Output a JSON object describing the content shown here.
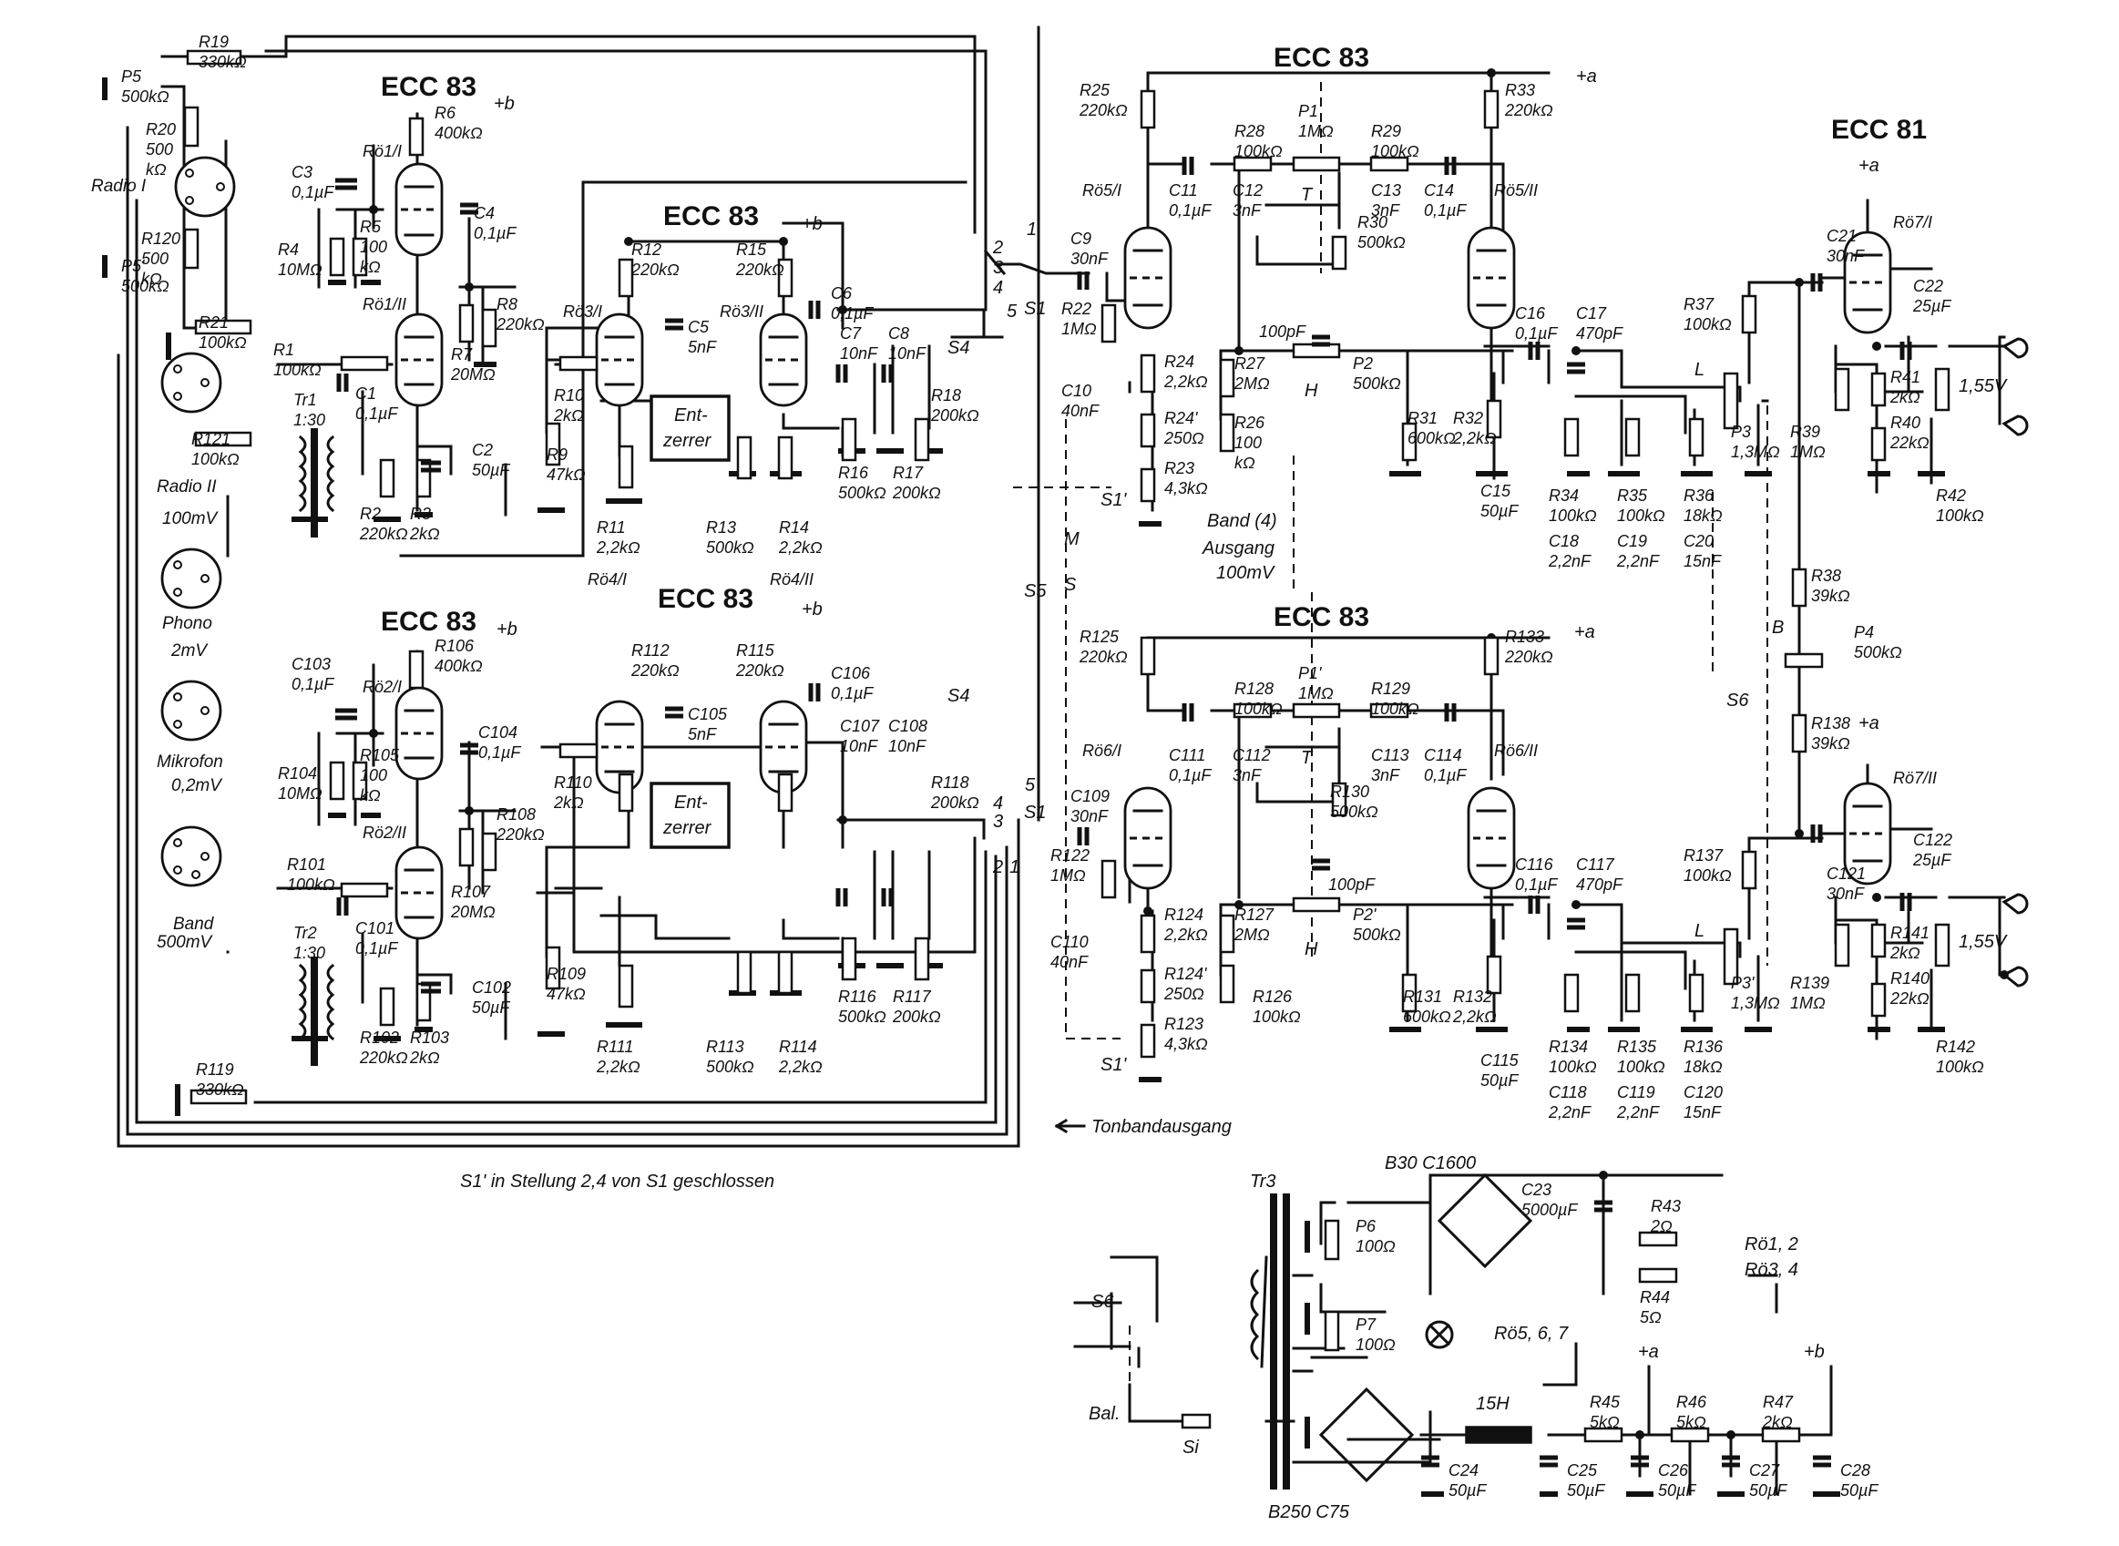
{
  "tube_titles": {
    "t1": "ECC 83",
    "t2": "ECC 83",
    "t3": "ECC 83",
    "t4": "ECC 83",
    "t5": "ECC 83",
    "t6": "ECC 83",
    "t7": "ECC 81"
  },
  "tube_labels": {
    "ro1_1": "Rö1/I",
    "ro1_2": "Rö1/II",
    "ro2_1": "Rö2/I",
    "ro2_2": "Rö2/II",
    "ro3_1": "Rö3/I",
    "ro3_2": "Rö3/II",
    "ro4_1": "Rö4/I",
    "ro4_2": "Rö4/II",
    "ro5_1": "Rö5/I",
    "ro5_2": "Rö5/II",
    "ro6_1": "Rö6/I",
    "ro6_2": "Rö6/II",
    "ro7_1": "Rö7/I",
    "ro7_2": "Rö7/II"
  },
  "inputs": {
    "radio1": "Radio I",
    "radio2": "Radio II",
    "radio2_level": "100mV",
    "phono": "Phono",
    "phono_level": "2mV",
    "mikrofon": "Mikrofon",
    "mikrofon_level": "0,2mV",
    "band": "Band",
    "band_level": "500mV"
  },
  "supply": {
    "plus_b": "+b",
    "plus_a": "+a",
    "rectifier1": "B30 C1600",
    "rectifier2": "B250 C75",
    "tr3": "Tr3",
    "choke": "15H",
    "fuse": "Si",
    "bal": "Bal.",
    "ro12": "Rö1, 2",
    "ro34": "Rö3, 4",
    "ro567": "Rö5, 6, 7"
  },
  "notes": {
    "s1_note": "S1' in Stellung 2,4 von S1 geschlossen",
    "tonband": "Tonbandausgang",
    "band_out_1": "Band (4)",
    "band_out_2": "Ausgang",
    "band_out_3": "100mV",
    "out1": "1,55V",
    "out2": "1,55V"
  },
  "equalizer": {
    "line1": "Ent-",
    "line2": "zerrer"
  },
  "marks": {
    "T": "T",
    "H": "H",
    "L": "L",
    "B": "B",
    "M": "M",
    "S": "S",
    "S1": "S1",
    "S1p": "S1'",
    "S4": "S4",
    "S5": "S5",
    "S6": "S6",
    "n1": "1",
    "n2": "2",
    "n3": "3",
    "n4": "4",
    "n5": "5"
  },
  "labels": {
    "R1": [
      "R1",
      "100kΩ"
    ],
    "R2": [
      "R2",
      "220kΩ"
    ],
    "R3": [
      "R3",
      "2kΩ"
    ],
    "R4": [
      "R4",
      "10MΩ"
    ],
    "R5": [
      "R5",
      "100",
      "kΩ"
    ],
    "R6": [
      "R6",
      "400kΩ"
    ],
    "R7": [
      "R7",
      "20MΩ"
    ],
    "R8": [
      "R8",
      "220kΩ"
    ],
    "R9": [
      "R9",
      "47kΩ"
    ],
    "R10": [
      "R10",
      "2kΩ"
    ],
    "R11": [
      "R11",
      "2,2kΩ"
    ],
    "R12": [
      "R12",
      "220kΩ"
    ],
    "R13": [
      "R13",
      "500kΩ"
    ],
    "R14": [
      "R14",
      "2,2kΩ"
    ],
    "R15": [
      "R15",
      "220kΩ"
    ],
    "R16": [
      "R16",
      "500kΩ"
    ],
    "R17": [
      "R17",
      "200kΩ"
    ],
    "R18": [
      "R18",
      "200kΩ"
    ],
    "R19": [
      "R19",
      "330kΩ"
    ],
    "R20": [
      "R20",
      "500",
      "kΩ"
    ],
    "R120": [
      "R120",
      "500",
      "kΩ"
    ],
    "R21": [
      "R21",
      "100kΩ"
    ],
    "R121": [
      "R121",
      "100kΩ"
    ],
    "P5": [
      "P5",
      "500kΩ"
    ],
    "P5p": [
      "P5'",
      "500kΩ"
    ],
    "Tr1": [
      "Tr1",
      "1:30"
    ],
    "Tr2": [
      "Tr2",
      "1:30"
    ],
    "C1": [
      "C1",
      "0,1µF"
    ],
    "C2": [
      "C2",
      "50µF"
    ],
    "C3": [
      "C3",
      "0,1µF"
    ],
    "C4": [
      "C4",
      "0,1µF"
    ],
    "C5": [
      "C5",
      "5nF"
    ],
    "C6": [
      "C6",
      "0,1µF"
    ],
    "C7": [
      "C7",
      "10nF"
    ],
    "C8": [
      "C8",
      "10nF"
    ],
    "R101": [
      "R101",
      "100kΩ"
    ],
    "R102": [
      "R102",
      "220kΩ"
    ],
    "R103": [
      "R103",
      "2kΩ"
    ],
    "R104": [
      "R104",
      "10MΩ"
    ],
    "R105": [
      "R105",
      "100",
      "kΩ"
    ],
    "R106": [
      "R106",
      "400kΩ"
    ],
    "R107": [
      "R107",
      "20MΩ"
    ],
    "R108": [
      "R108",
      "220kΩ"
    ],
    "R109": [
      "R109",
      "47kΩ"
    ],
    "R110": [
      "R110",
      "2kΩ"
    ],
    "R111": [
      "R111",
      "2,2kΩ"
    ],
    "R112": [
      "R112",
      "220kΩ"
    ],
    "R113": [
      "R113",
      "500kΩ"
    ],
    "R114": [
      "R114",
      "2,2kΩ"
    ],
    "R115": [
      "R115",
      "220kΩ"
    ],
    "R116": [
      "R116",
      "500kΩ"
    ],
    "R117": [
      "R117",
      "200kΩ"
    ],
    "R118": [
      "R118",
      "200kΩ"
    ],
    "R119": [
      "R119",
      "330kΩ"
    ],
    "C101": [
      "C101",
      "0,1µF"
    ],
    "C102": [
      "C102",
      "50µF"
    ],
    "C103": [
      "C103",
      "0,1µF"
    ],
    "C104": [
      "C104",
      "0,1µF"
    ],
    "C105": [
      "C105",
      "5nF"
    ],
    "C106": [
      "C106",
      "0,1µF"
    ],
    "C107": [
      "C107",
      "10nF"
    ],
    "C108": [
      "C108",
      "10nF"
    ],
    "R22": [
      "R22",
      "1MΩ"
    ],
    "R23": [
      "R23",
      "4,3kΩ"
    ],
    "R24": [
      "R24",
      "2,2kΩ"
    ],
    "R24p": [
      "R24'",
      "250Ω"
    ],
    "R25": [
      "R25",
      "220kΩ"
    ],
    "R26": [
      "R26",
      "100",
      "kΩ"
    ],
    "R27": [
      "R27",
      "2MΩ"
    ],
    "R28": [
      "R28",
      "100kΩ"
    ],
    "R29": [
      "R29",
      "100kΩ"
    ],
    "R30": [
      "R30",
      "500kΩ"
    ],
    "R31": [
      "R31",
      "600kΩ"
    ],
    "R32": [
      "R32",
      "2,2kΩ"
    ],
    "R33": [
      "R33",
      "220kΩ"
    ],
    "R34": [
      "R34",
      "100kΩ"
    ],
    "R35": [
      "R35",
      "100kΩ"
    ],
    "R36": [
      "R36",
      "18kΩ"
    ],
    "R37": [
      "R37",
      "100kΩ"
    ],
    "R38": [
      "R38",
      "39kΩ"
    ],
    "R39": [
      "R39",
      "1MΩ"
    ],
    "R40": [
      "R40",
      "22kΩ"
    ],
    "R41": [
      "R41",
      "2kΩ"
    ],
    "R42": [
      "R42",
      "100kΩ"
    ],
    "P1": [
      "P1",
      "1MΩ"
    ],
    "P2": [
      "P2",
      "500kΩ"
    ],
    "P3": [
      "P3",
      "1,3MΩ"
    ],
    "P4": [
      "P4",
      "500kΩ"
    ],
    "C9": [
      "C9",
      "30nF"
    ],
    "C10": [
      "C10",
      "40nF"
    ],
    "C11": [
      "C11",
      "0,1µF"
    ],
    "C12": [
      "C12",
      "3nF"
    ],
    "C13": [
      "C13",
      "3nF"
    ],
    "C14": [
      "C14",
      "0,1µF"
    ],
    "C15": [
      "C15",
      "50µF"
    ],
    "C16": [
      "C16",
      "0,1µF"
    ],
    "C17": [
      "C17",
      "470pF"
    ],
    "C18": [
      "C18",
      "2,2nF"
    ],
    "C19": [
      "C19",
      "2,2nF"
    ],
    "C20": [
      "C20",
      "15nF"
    ],
    "C21": [
      "C21",
      "30nF"
    ],
    "C22": [
      "C22",
      "25µF"
    ],
    "C100p": [
      "",
      "100pF"
    ],
    "R122": [
      "R122",
      "1MΩ"
    ],
    "R123": [
      "R123",
      "4,3kΩ"
    ],
    "R124": [
      "R124",
      "2,2kΩ"
    ],
    "R124p": [
      "R124'",
      "250Ω"
    ],
    "R125": [
      "R125",
      "220kΩ"
    ],
    "R126": [
      "R126",
      "100kΩ"
    ],
    "R127": [
      "R127",
      "2MΩ"
    ],
    "R128": [
      "R128",
      "100kΩ"
    ],
    "R129": [
      "R129",
      "100kΩ"
    ],
    "R130": [
      "R130",
      "500kΩ"
    ],
    "R131": [
      "R131",
      "600kΩ"
    ],
    "R132": [
      "R132",
      "2,2kΩ"
    ],
    "R133": [
      "R133",
      "220kΩ"
    ],
    "R134": [
      "R134",
      "100kΩ"
    ],
    "R135": [
      "R135",
      "100kΩ"
    ],
    "R136": [
      "R136",
      "18kΩ"
    ],
    "R137": [
      "R137",
      "100kΩ"
    ],
    "R138": [
      "R138",
      "39kΩ"
    ],
    "R139": [
      "R139",
      "1MΩ"
    ],
    "R140": [
      "R140",
      "22kΩ"
    ],
    "R141": [
      "R141",
      "2kΩ"
    ],
    "R142": [
      "R142",
      "100kΩ"
    ],
    "P1p": [
      "P1'",
      "1MΩ"
    ],
    "P2p": [
      "P2'",
      "500kΩ"
    ],
    "P3p": [
      "P3'",
      "1,3MΩ"
    ],
    "C109": [
      "C109",
      "30nF"
    ],
    "C110": [
      "C110",
      "40nF"
    ],
    "C111": [
      "C111",
      "0,1µF"
    ],
    "C112": [
      "C112",
      "3nF"
    ],
    "C113": [
      "C113",
      "3nF"
    ],
    "C114": [
      "C114",
      "0,1µF"
    ],
    "C115": [
      "C115",
      "50µF"
    ],
    "C116": [
      "C116",
      "0,1µF"
    ],
    "C117": [
      "C117",
      "470pF"
    ],
    "C118": [
      "C118",
      "2,2nF"
    ],
    "C119": [
      "C119",
      "2,2nF"
    ],
    "C120": [
      "C120",
      "15nF"
    ],
    "C121": [
      "C121",
      "30nF"
    ],
    "C122": [
      "C122",
      "25µF"
    ],
    "C100pp": [
      "",
      "100pF"
    ],
    "P6": [
      "P6",
      "100Ω"
    ],
    "P7": [
      "P7",
      "100Ω"
    ],
    "C23": [
      "C23",
      "5000µF"
    ],
    "R43": [
      "R43",
      "2Ω"
    ],
    "R44": [
      "R44",
      "5Ω"
    ],
    "R45": [
      "R45",
      "5kΩ"
    ],
    "R46": [
      "R46",
      "5kΩ"
    ],
    "R47": [
      "R47",
      "2kΩ"
    ],
    "C24": [
      "C24",
      "50µF"
    ],
    "C25": [
      "C25",
      "50µF"
    ],
    "C26": [
      "C26",
      "50µF"
    ],
    "C27": [
      "C27",
      "50µF"
    ],
    "C28": [
      "C28",
      "50µF"
    ]
  }
}
